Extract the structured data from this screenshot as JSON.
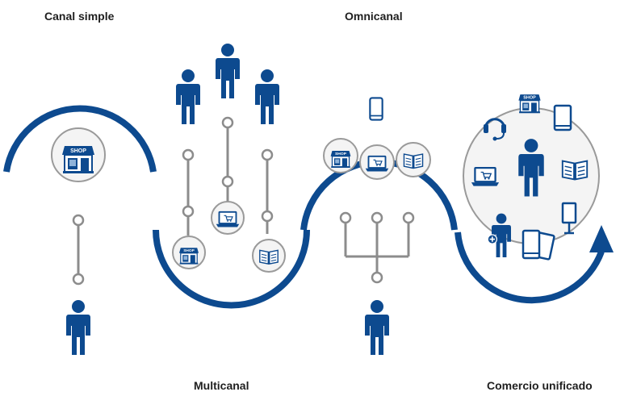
{
  "labels": {
    "canal_simple": "Canal simple",
    "multicanal": "Multicanal",
    "omnicanal": "Omnicanal",
    "comercio_unificado": "Comercio unificado"
  },
  "shop_text": "SHOP",
  "colors": {
    "blue": "#0d4a8f",
    "grey": "#8c8c8c",
    "circle_border": "#9a9a9a",
    "circle_fill": "#f4f4f4"
  },
  "icons": [
    "person-icon",
    "shop-icon",
    "laptop-cart-icon",
    "book-icon",
    "phone-icon",
    "tablet-icon",
    "headset-icon",
    "monitor-icon",
    "person-plus-icon",
    "mobile-devices-icon",
    "arrow-icon"
  ]
}
